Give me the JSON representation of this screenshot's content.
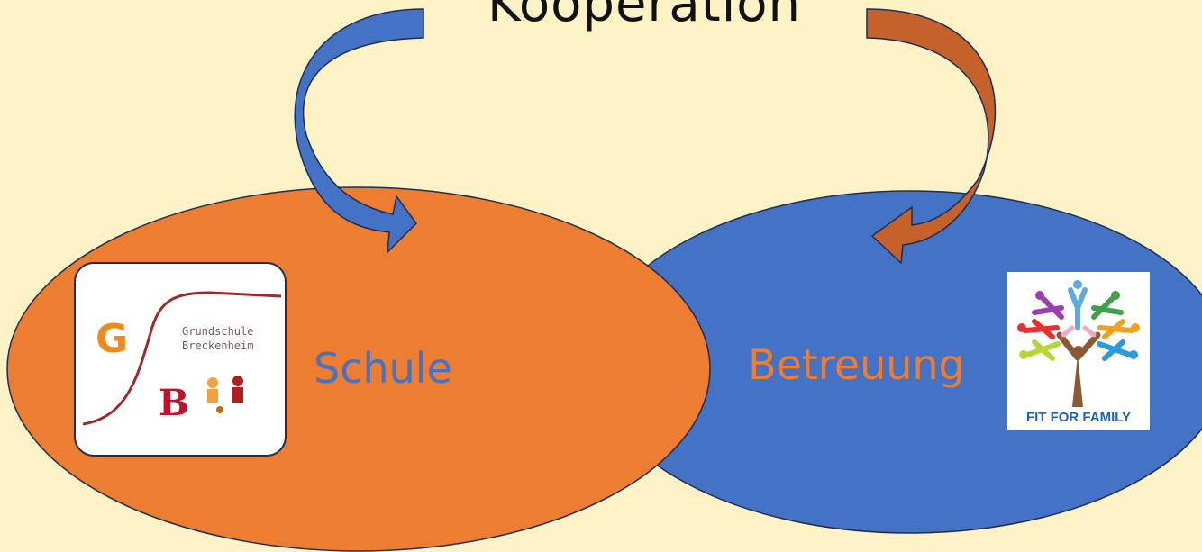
{
  "diagram": {
    "title": "Kooperation",
    "left_ellipse": {
      "label": "Schule",
      "fill_color": "#ed7d31",
      "label_color": "#4472c4"
    },
    "right_ellipse": {
      "label": "Betreuung",
      "fill_color": "#4472c4",
      "label_color": "#ed7d31"
    },
    "arrows": [
      {
        "name": "left-curved-arrow",
        "color": "#4472c4",
        "points_to": "Schule"
      },
      {
        "name": "right-curved-arrow",
        "color": "#c5622c",
        "points_to": "Betreuung"
      }
    ],
    "school_logo": {
      "line1": "Grundschule",
      "line2": "Breckenheim"
    },
    "partner_logo": {
      "text": "FIT FOR FAMILY"
    },
    "background_color": "#fdf2c5"
  }
}
